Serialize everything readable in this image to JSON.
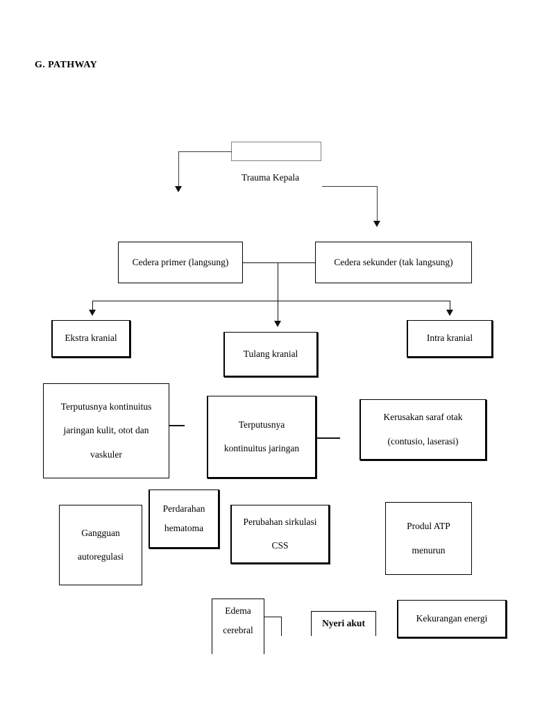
{
  "document": {
    "heading": "G. PATHWAY",
    "background_color": "#ffffff",
    "text_color": "#000000",
    "line_color": "#3a3a3a"
  },
  "diagram": {
    "title_label": "Trauma Kepala",
    "root_box_text": "",
    "nodes": {
      "cedera_primer": "Cedera primer (langsung)",
      "cedera_sekunder": "Cedera sekunder (tak langsung)",
      "ekstra_kranial": "Ekstra kranial",
      "tulang_kranial": "Tulang kranial",
      "intra_kranial": "Intra kranial",
      "terputus_kulit_l1": "Terputusnya kontinuitus",
      "terputus_kulit_l2": "jaringan kulit, otot dan",
      "terputus_kulit_l3": "vaskuler",
      "terputus_jaringan_l1": "Terputusnya",
      "terputus_jaringan_l2": "kontinuitus jaringan",
      "kerusakan_saraf_l1": "Kerusakan saraf otak",
      "kerusakan_saraf_l2": "(contusio, laserasi)",
      "gangguan_l1": "Gangguan",
      "gangguan_l2": "autoregulasi",
      "perdarahan_l1": "Perdarahan",
      "perdarahan_l2": "hematoma",
      "perubahan_l1": "Perubahan sirkulasi",
      "perubahan_l2": "CSS",
      "produl_l1": "Produl ATP",
      "produl_l2": "menurun",
      "edema_l1": "Edema",
      "edema_l2": "cerebral",
      "nyeri_akut": "Nyeri akut",
      "kekurangan_energi": "Kekurangan energi"
    }
  },
  "chart_data": {
    "type": "diagram",
    "title": "G. PATHWAY",
    "subtitle": "Trauma Kepala",
    "orientation": "top-down flowchart",
    "levels": [
      {
        "level": 0,
        "nodes": [
          {
            "id": "root",
            "label": "",
            "note": "empty rectangle captioned 'Trauma Kepala' below it"
          }
        ]
      },
      {
        "level": 1,
        "nodes": [
          {
            "id": "cedera_primer",
            "label": "Cedera primer (langsung)"
          },
          {
            "id": "cedera_sekunder",
            "label": "Cedera sekunder (tak langsung)"
          }
        ]
      },
      {
        "level": 2,
        "nodes": [
          {
            "id": "ekstra_kranial",
            "label": "Ekstra kranial"
          },
          {
            "id": "tulang_kranial",
            "label": "Tulang kranial"
          },
          {
            "id": "intra_kranial",
            "label": "Intra kranial"
          }
        ]
      },
      {
        "level": 3,
        "nodes": [
          {
            "id": "terputus_kulit",
            "label": "Terputusnya kontinuitus jaringan kulit, otot dan vaskuler"
          },
          {
            "id": "terputus_jaringan",
            "label": "Terputusnya kontinuitus jaringan"
          },
          {
            "id": "kerusakan_saraf",
            "label": "Kerusakan saraf otak (contusio, laserasi)"
          }
        ]
      },
      {
        "level": 4,
        "nodes": [
          {
            "id": "gangguan",
            "label": "Gangguan autoregulasi"
          },
          {
            "id": "perdarahan",
            "label": "Perdarahan hematoma"
          },
          {
            "id": "perubahan",
            "label": "Perubahan sirkulasi CSS"
          },
          {
            "id": "produl",
            "label": "Produl ATP menurun"
          }
        ]
      },
      {
        "level": 5,
        "nodes": [
          {
            "id": "edema",
            "label": "Edema cerebral"
          },
          {
            "id": "nyeri",
            "label": "Nyeri akut",
            "emphasis": "bold"
          },
          {
            "id": "kekurangan",
            "label": "Kekurangan energi"
          }
        ]
      }
    ],
    "edges": [
      {
        "from": "root",
        "to": "cedera_primer",
        "style": "elbow-arrow-left"
      },
      {
        "from": "root",
        "to": "cedera_sekunder",
        "style": "elbow-arrow-right"
      },
      {
        "from": "cedera_primer",
        "to": "cedera_sekunder",
        "style": "horizontal-line"
      },
      {
        "from": "cedera_primer",
        "to": "ekstra_kranial",
        "style": "bus-arrow"
      },
      {
        "from": "cedera_primer",
        "to": "tulang_kranial",
        "style": "bus-arrow"
      },
      {
        "from": "cedera_primer",
        "to": "intra_kranial",
        "style": "bus-arrow"
      },
      {
        "from": "terputus_kulit",
        "to": "terputus_jaringan",
        "style": "short-connector"
      },
      {
        "from": "terputus_jaringan",
        "to": "kerusakan_saraf",
        "style": "short-connector"
      },
      {
        "from": "edema",
        "to": "nyeri",
        "style": "short-connector"
      }
    ]
  }
}
